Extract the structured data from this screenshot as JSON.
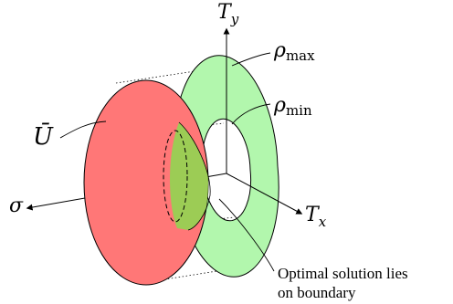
{
  "labels": {
    "ty_main": "T",
    "ty_sub": "y",
    "tx_main": "T",
    "tx_sub": "x",
    "sigma": "σ",
    "rho_max_main": "ρ",
    "rho_max_sub": "max",
    "rho_min_main": "ρ",
    "rho_min_sub": "min",
    "u_bar": "Ū",
    "annotation_line1": "Optimal solution lies",
    "annotation_line2": "on boundary"
  },
  "colors": {
    "red_disk": "#ff7777",
    "green_ring": "#b2f7ad",
    "overlap": "#9ccc55",
    "cone": "#b9c27a",
    "stroke": "#000000"
  }
}
